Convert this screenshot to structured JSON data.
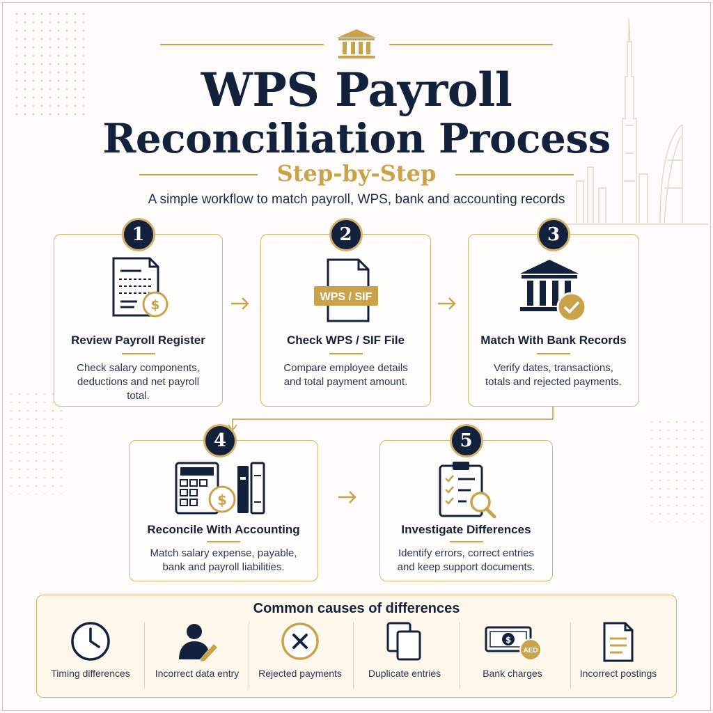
{
  "header": {
    "title_line1": "WPS Payroll",
    "title_line2": "Reconciliation Process",
    "subtitle": "Step-by-Step",
    "description": "A simple workflow to match payroll, WPS, bank and accounting records"
  },
  "steps": [
    {
      "number": "1",
      "title": "Review Payroll Register",
      "text": "Check salary components, deductions and net payroll total.",
      "icon": "payroll-register-icon"
    },
    {
      "number": "2",
      "title": "Check WPS / SIF File",
      "text": "Compare employee details and total payment amount.",
      "icon": "wps-sif-file-icon",
      "file_label": "WPS / SIF"
    },
    {
      "number": "3",
      "title": "Match With Bank Records",
      "text": "Verify dates, transactions, totals and rejected payments.",
      "icon": "bank-check-icon"
    },
    {
      "number": "4",
      "title": "Reconcile With Accounting",
      "text": "Match salary expense, payable, bank and payroll liabilities.",
      "icon": "accounting-ledger-icon"
    },
    {
      "number": "5",
      "title": "Investigate Differences",
      "text": "Identify errors, correct entries and keep support documents.",
      "icon": "clipboard-search-icon"
    }
  ],
  "causes": {
    "title": "Common causes of differences",
    "items": [
      {
        "label": "Timing differences",
        "icon": "clock-icon"
      },
      {
        "label": "Incorrect data entry",
        "icon": "user-edit-icon"
      },
      {
        "label": "Rejected payments",
        "icon": "reject-icon"
      },
      {
        "label": "Duplicate entries",
        "icon": "duplicate-icon"
      },
      {
        "label": "Bank charges",
        "icon": "banknote-icon",
        "badge": "AED"
      },
      {
        "label": "Incorrect postings",
        "icon": "document-icon"
      }
    ]
  },
  "colors": {
    "navy": "#14213d",
    "gold": "#c9a24a",
    "gold_light": "#d6b26a",
    "background": "#fdfcfa",
    "panel": "#fdf7ec"
  }
}
